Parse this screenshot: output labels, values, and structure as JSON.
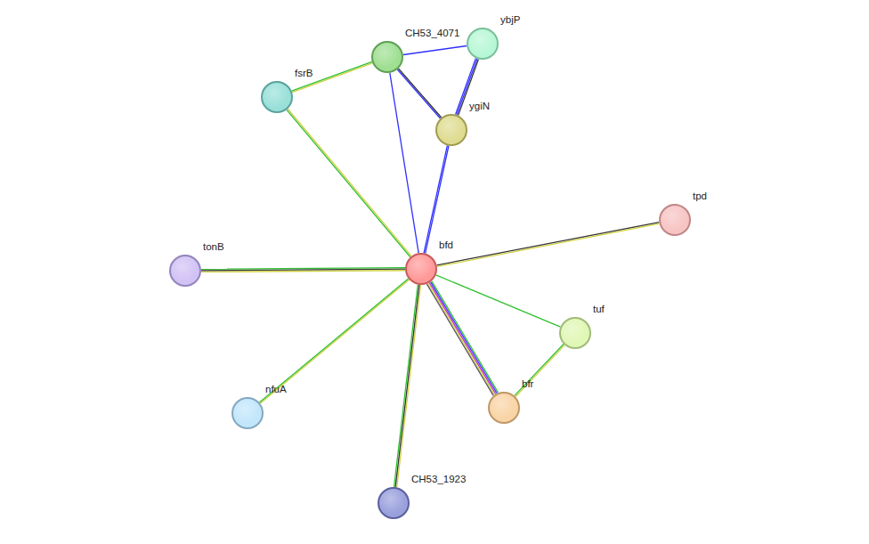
{
  "diagram": {
    "nodes": [
      {
        "text": [
          "CH53_4071"
        ]
      },
      {
        "text": [
          "ybjP"
        ]
      },
      {
        "text": [
          "fsrB"
        ]
      },
      {
        "text": [
          "ygiN"
        ]
      },
      {
        "text": [
          "tpd"
        ]
      },
      {
        "text": [
          "bfd"
        ]
      },
      {
        "text": [
          "tonB"
        ]
      },
      {
        "text": [
          "tuf"
        ]
      },
      {
        "text": [
          "bfr"
        ]
      },
      {
        "text": [
          "nfuA"
        ]
      },
      {
        "text": [
          "CH53_1923"
        ]
      }
    ],
    "edges": [
      {
        "from": 0,
        "to": 1,
        "arrow": "none"
      },
      {
        "from": 0,
        "to": 3,
        "arrow": "none"
      },
      {
        "from": 0,
        "to": 2,
        "arrow": "none"
      },
      {
        "from": 0,
        "to": 5,
        "arrow": "none"
      },
      {
        "from": 1,
        "to": 3,
        "arrow": "none"
      },
      {
        "from": 3,
        "to": 5,
        "arrow": "none"
      },
      {
        "from": 2,
        "to": 5,
        "arrow": "none"
      },
      {
        "from": 5,
        "to": 4,
        "arrow": "none"
      },
      {
        "from": 5,
        "to": 6,
        "arrow": "none"
      },
      {
        "from": 5,
        "to": 7,
        "arrow": "none"
      },
      {
        "from": 5,
        "to": 8,
        "arrow": "none"
      },
      {
        "from": 5,
        "to": 9,
        "arrow": "none"
      },
      {
        "from": 5,
        "to": 10,
        "arrow": "none"
      },
      {
        "from": 7,
        "to": 8,
        "arrow": "none"
      }
    ]
  }
}
